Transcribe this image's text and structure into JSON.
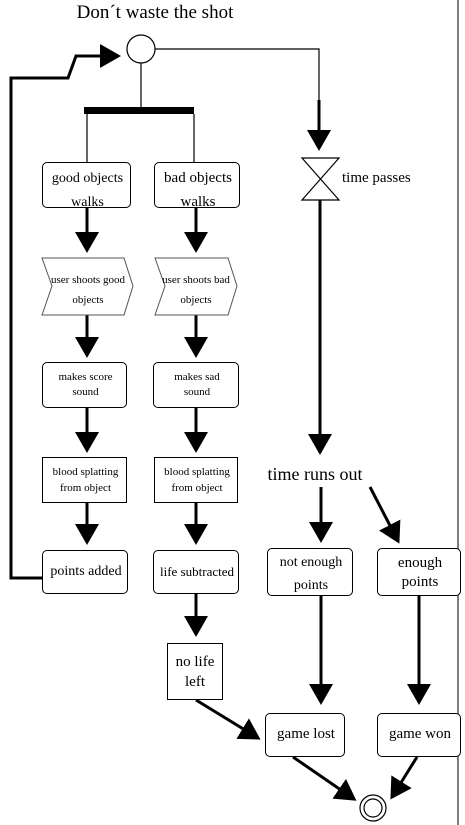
{
  "title": "Don´t waste the shot",
  "nodes": {
    "good_walks": "good objects walks",
    "bad_walks": "bad objects walks",
    "good_shoot": "user shoots good objects",
    "bad_shoot": "user shoots bad objects",
    "good_sound": "makes score sound",
    "bad_sound": "makes sad sound",
    "good_blood": "blood splatting from object",
    "bad_blood": "blood splatting from object",
    "points_added": "points added",
    "life_subtracted": "life subtracted",
    "no_life": "no life left",
    "time_passes": "time passes",
    "time_runs_out": "time runs out",
    "not_enough": "not enough points",
    "enough": "enough points",
    "game_lost": "game lost",
    "game_won": "game won"
  }
}
